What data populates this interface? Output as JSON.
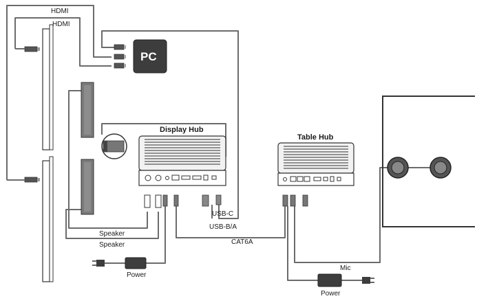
{
  "labels": {
    "hdmi_top": "HDMI",
    "hdmi_second": "HDMI",
    "pc": "PC",
    "display_hub": "Display Hub",
    "table_hub": "Table Hub",
    "usb_c": "USB-C",
    "usb_ba": "USB-B/A",
    "cat6a": "CAT6A",
    "speaker_top": "Speaker",
    "speaker_bottom": "Speaker",
    "power_left": "Power",
    "power_right": "Power",
    "mic": "Mic"
  },
  "colors": {
    "cable": "#6b6b6b",
    "device_dark": "#3d3d3d",
    "device_light": "#f2f2f2",
    "outline": "#333333"
  }
}
